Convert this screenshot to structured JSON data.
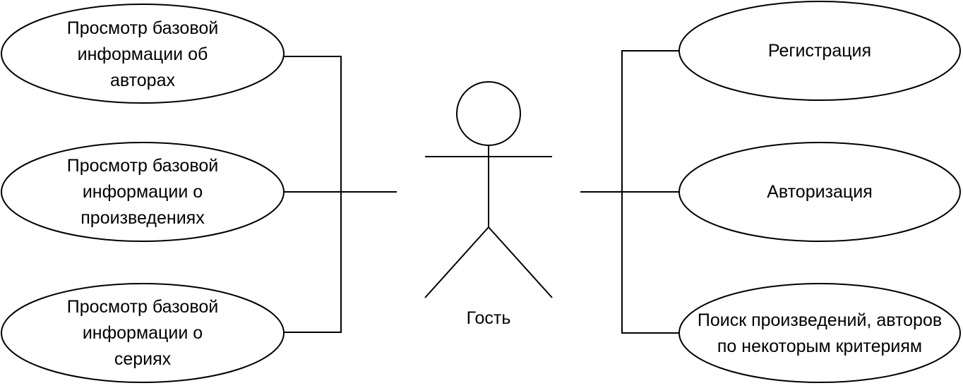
{
  "actor": {
    "name": "Гость"
  },
  "use_cases": {
    "left": [
      {
        "label": "Просмотр базовой\nинформации об\nавторах"
      },
      {
        "label": "Просмотр базовой\nинформации о\nпроизведениях"
      },
      {
        "label": "Просмотр базовой\nинформации о\nсериях"
      }
    ],
    "right": [
      {
        "label": "Регистрация"
      },
      {
        "label": "Авторизация"
      },
      {
        "label": "Поиск произведений, авторов\nпо некоторым критериям"
      }
    ]
  },
  "colors": {
    "stroke": "#000000",
    "background": "#ffffff",
    "text": "#000000"
  }
}
